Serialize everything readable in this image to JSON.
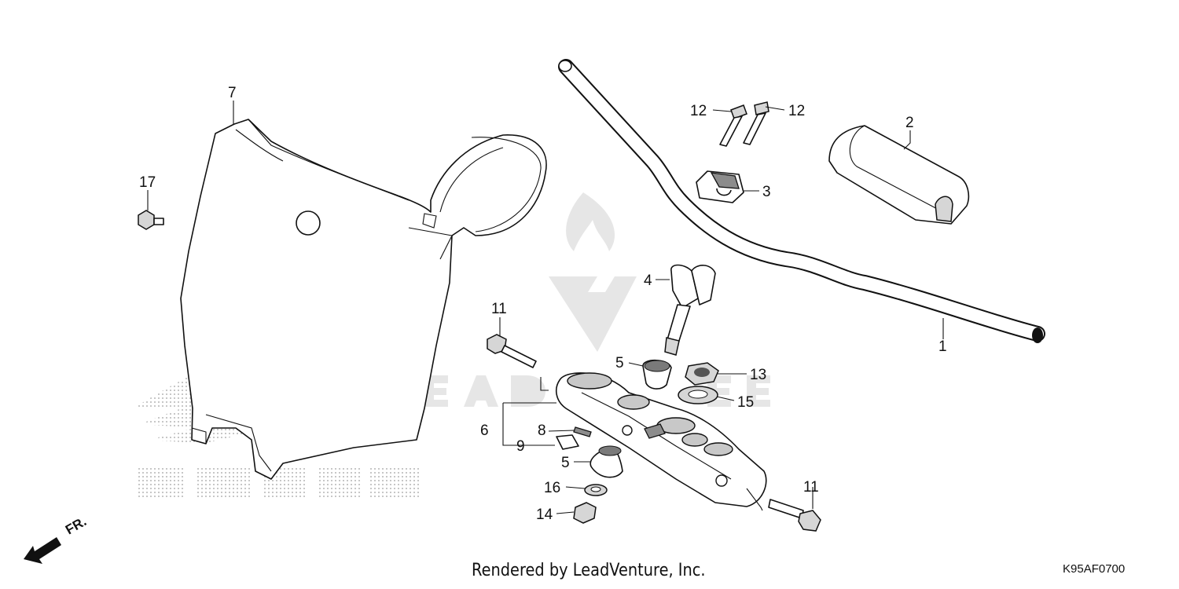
{
  "credit": "Rendered by LeadVenture, Inc.",
  "diagram_code": "K95AF0700",
  "front_indicator": "FR.",
  "callouts": {
    "c1": "1",
    "c2": "2",
    "c3": "3",
    "c4": "4",
    "c5a": "5",
    "c5b": "5",
    "c6": "6",
    "c7": "7",
    "c8": "8",
    "c9": "9",
    "c11a": "11",
    "c11b": "11",
    "c12a": "12",
    "c12b": "12",
    "c13": "13",
    "c14": "14",
    "c15": "15",
    "c16": "16",
    "c17": "17"
  },
  "colors": {
    "line": "#111111",
    "watermark": "#e6e6e6",
    "background": "#ffffff"
  }
}
